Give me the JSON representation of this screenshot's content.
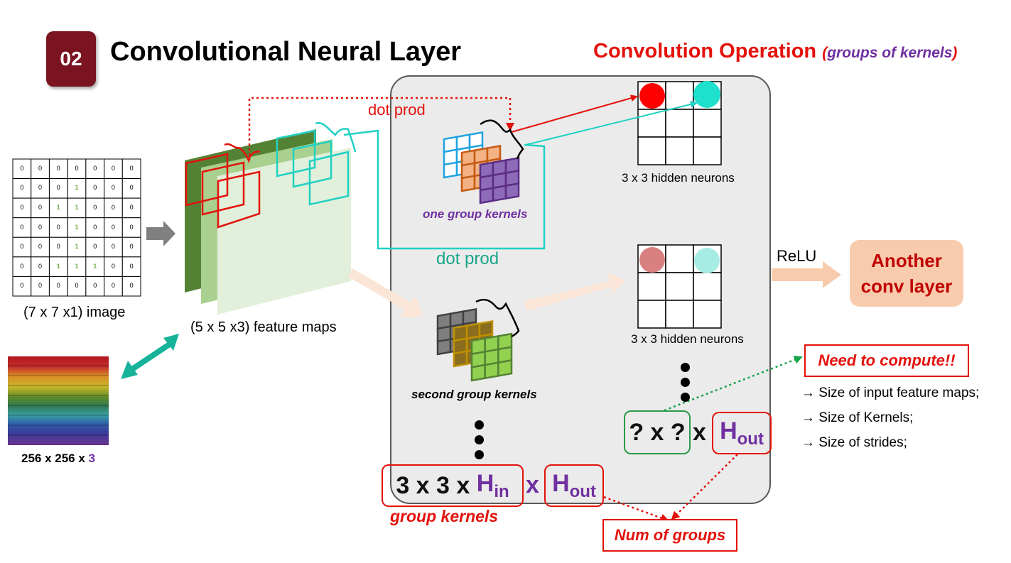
{
  "header": {
    "badge": "02",
    "title": "Convolutional Neural Layer"
  },
  "operation_title": {
    "main": "Convolution Operation",
    "paren_open": "(",
    "sub": "groups of kernels",
    "paren_close": ")"
  },
  "input_image": {
    "matrix": [
      [
        0,
        0,
        0,
        0,
        0,
        0,
        0
      ],
      [
        0,
        0,
        0,
        1,
        0,
        0,
        0
      ],
      [
        0,
        0,
        1,
        1,
        0,
        0,
        0
      ],
      [
        0,
        0,
        0,
        1,
        0,
        0,
        0
      ],
      [
        0,
        0,
        0,
        1,
        0,
        0,
        0
      ],
      [
        0,
        0,
        1,
        1,
        1,
        0,
        0
      ],
      [
        0,
        0,
        0,
        0,
        0,
        0,
        0
      ]
    ],
    "caption": "(7 x 7 x1) image"
  },
  "feature_maps": {
    "caption": "(5 x 5 x3) feature maps"
  },
  "rgb_image": {
    "caption_prefix": "256 x 256 x ",
    "caption_channels": "3"
  },
  "dot_prod_red": "dot prod",
  "dot_prod_teal": "dot prod",
  "kernels": {
    "group1_label": "one group kernels",
    "group2_label": "second group kernels"
  },
  "hidden": {
    "label1": "3 x 3 hidden neurons",
    "label2": "3 x 3 hidden neurons"
  },
  "relu": "ReLU",
  "another_layer": {
    "line1": "Another",
    "line2": "conv layer"
  },
  "need": {
    "title": "Need to compute!!",
    "items": [
      "→ Size of input feature maps;",
      "→ Size of Kernels;",
      "→ Size of strides;"
    ]
  },
  "output_formula": {
    "q": "? x ?",
    "x": "x",
    "h": "H",
    "h_sub": "out"
  },
  "kernel_formula": {
    "prefix": "3 x 3 x ",
    "hin": "H",
    "hin_sub": "in",
    "x": "x",
    "hout": "H",
    "hout_sub": "out"
  },
  "group_kernels_label": "group kernels",
  "num_groups_label": "Num of groups",
  "colors": {
    "badge": "#7a1420",
    "red": "#e3120b",
    "purple": "#7030a0",
    "teal": "#17a589",
    "another_bg": "#f8cbad",
    "another_text": "#c00000",
    "panel": "#ebebeb"
  }
}
